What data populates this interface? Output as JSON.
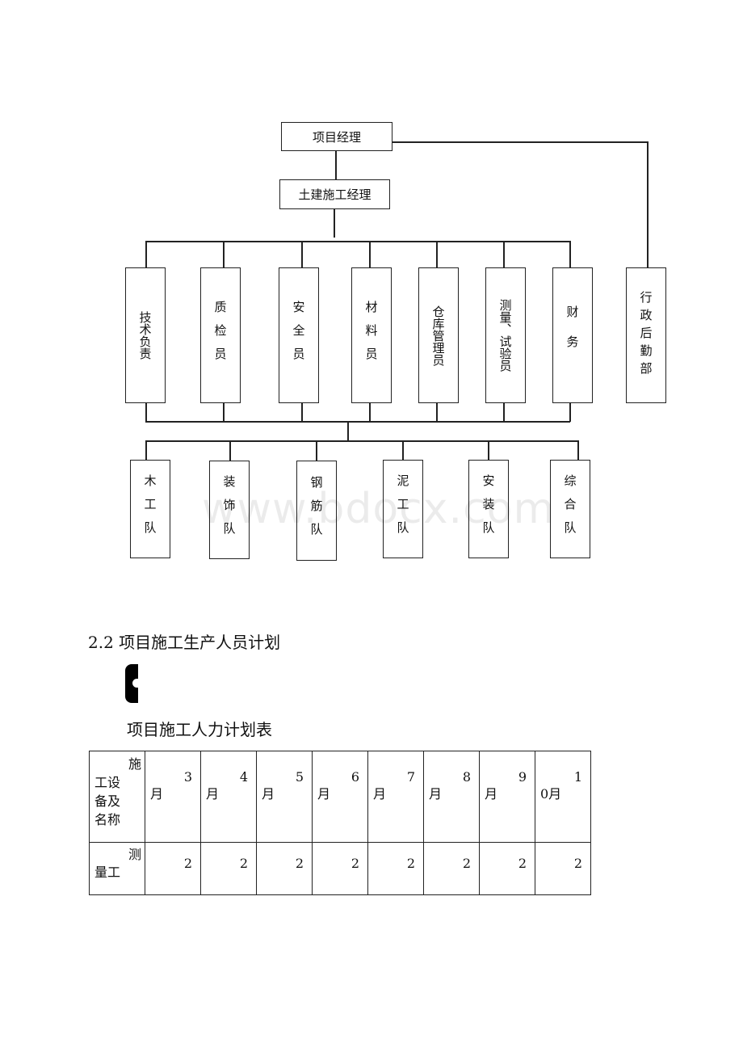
{
  "org_chart": {
    "top": "项目经理",
    "second": "土建施工经理",
    "departments": [
      "技术负责",
      "质检员",
      "安全员",
      "材料员",
      "仓库管理员",
      "测量、试验员",
      "财务"
    ],
    "admin": "行政后勤部",
    "teams": [
      "木工队",
      "装饰队",
      "钢筋队",
      "泥工队",
      "安装队",
      "综合队"
    ]
  },
  "watermark": "www.bdocx.com",
  "section_heading": "2.2 项目施工生产人员计划",
  "table_title": "项目施工人力计划表",
  "table": {
    "header_label_line1": "施",
    "header_label_rest": [
      "工设",
      "备及",
      "名称"
    ],
    "months": [
      {
        "num": "3",
        "word": "月"
      },
      {
        "num": "4",
        "word": "月"
      },
      {
        "num": "5",
        "word": "月"
      },
      {
        "num": "6",
        "word": "月"
      },
      {
        "num": "7",
        "word": "月"
      },
      {
        "num": "8",
        "word": "月"
      },
      {
        "num": "9",
        "word": "月"
      },
      {
        "num": "1",
        "word": "0月"
      }
    ],
    "rows": [
      {
        "label_line1": "测",
        "label_line2": "量工",
        "values": [
          "2",
          "2",
          "2",
          "2",
          "2",
          "2",
          "2",
          "2"
        ]
      }
    ]
  }
}
